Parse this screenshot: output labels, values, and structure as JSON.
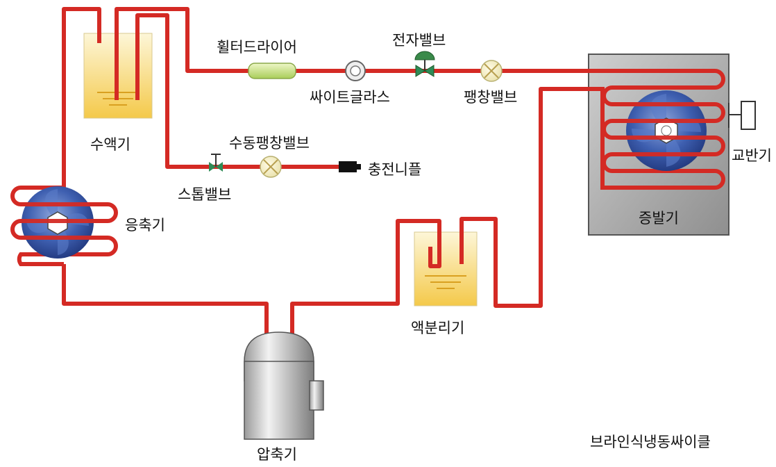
{
  "diagram": {
    "caption": "브라인식냉동싸이클",
    "components": {
      "receiver": "수액기",
      "filter_dryer": "휠터드라이어",
      "sight_glass": "싸이트글라스",
      "solenoid_valve": "전자밸브",
      "expansion_valve": "팽창밸브",
      "manual_expansion_valve": "수동팽창밸브",
      "stop_valve": "스톱밸브",
      "charging_nipple": "충전니플",
      "condenser": "응축기",
      "evaporator": "증발기",
      "agitator": "교반기",
      "accumulator": "액분리기",
      "compressor": "압축기"
    }
  },
  "colors": {
    "pipe": "#d42a24",
    "tank_liquid": "#f6cf55",
    "evaporator_box": "#a8a8a8",
    "fan_blue": "#2e4d9c",
    "dryer_green": "#bfdc7a"
  }
}
